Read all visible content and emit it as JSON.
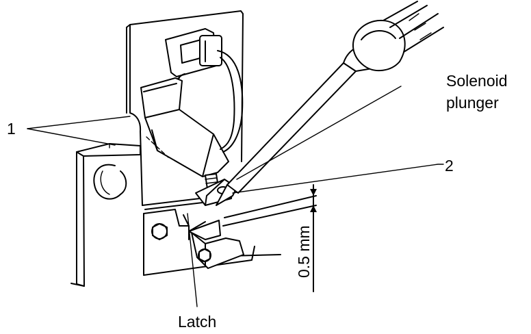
{
  "labels": {
    "callout_1": "1",
    "callout_2": "2",
    "solenoid_line1": "Solenoid",
    "solenoid_line2": "plunger",
    "latch": "Latch",
    "gap": "0.5 mm"
  }
}
